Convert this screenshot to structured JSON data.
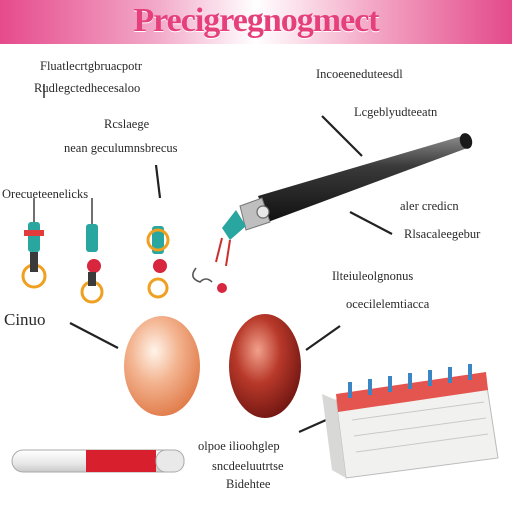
{
  "title": "Precigregnogmect",
  "labels": {
    "top_left_1": "Fluatlecrtgbruacpotr",
    "top_left_2": "Rudlegctedhecesaloo",
    "mid_left_1": "Rcslaege",
    "mid_left_2": "nean geculumnsbrecus",
    "top_right": "Incoeeneduteesdl",
    "right_upper": "Lcgeblyudteeatn",
    "tools_caption": "Orecueteenelicks",
    "right_mid_1": "aler credicn",
    "right_mid_2": "Rlsacaleegebur",
    "right_center_1": "Ilteiuleolgnonus",
    "right_center_2": "ocecilelemtiacca",
    "egg_left": "Cinuo",
    "bottom_1": "olpoe ilioohglep",
    "bottom_2": "sncdeeluutrtse",
    "bottom_3": "Bidehtee"
  },
  "colors": {
    "title": "#e5407c",
    "brand_pink": "#e64a8b",
    "egg_light": "#f3b490",
    "egg_dark": "#a3231c",
    "pen_body": "#2e2e2e",
    "tube_red": "#d81f2e"
  }
}
